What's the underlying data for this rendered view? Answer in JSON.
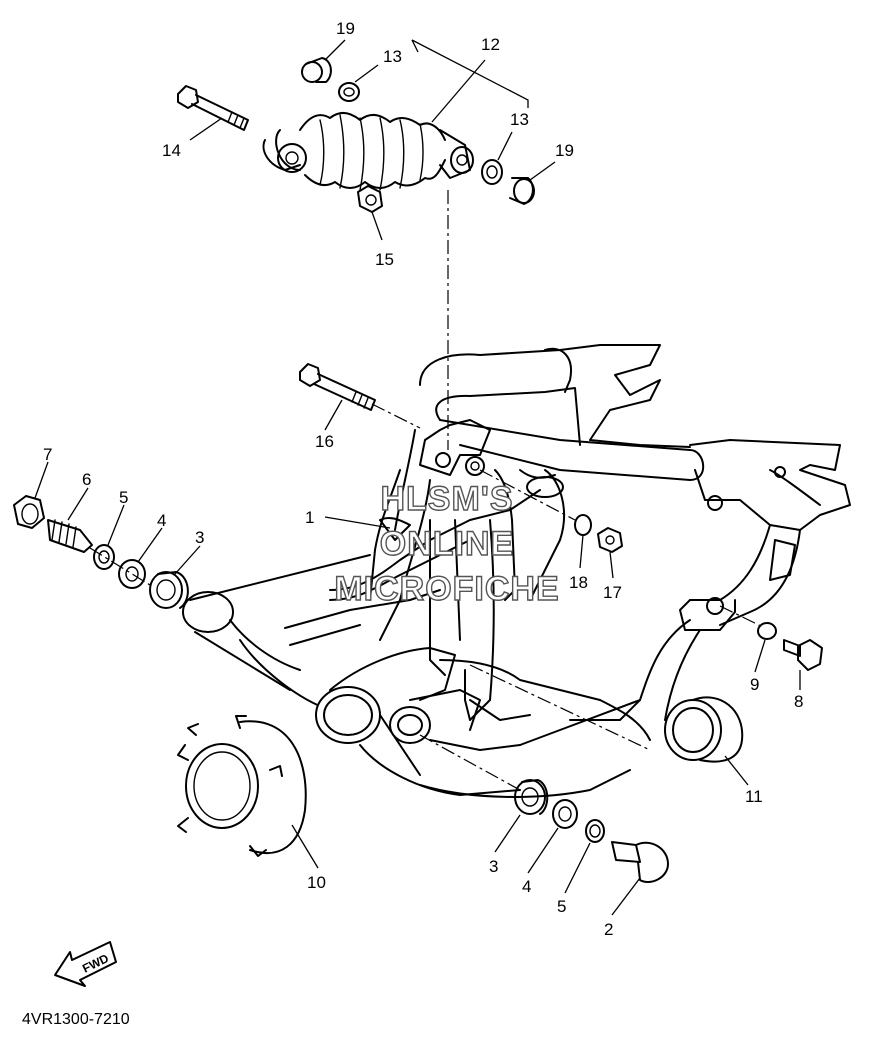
{
  "drawing_code": "4VR1300-7210",
  "watermark": [
    "HLSM'S",
    "ONLINE",
    "MICROFICHE"
  ],
  "fwd_label": "FWD",
  "callouts": [
    {
      "id": "c19a",
      "text": "19"
    },
    {
      "id": "c13a",
      "text": "13"
    },
    {
      "id": "c12",
      "text": "12"
    },
    {
      "id": "c13b",
      "text": "13"
    },
    {
      "id": "c19b",
      "text": "19"
    },
    {
      "id": "c14",
      "text": "14"
    },
    {
      "id": "c15",
      "text": "15"
    },
    {
      "id": "c16",
      "text": "16"
    },
    {
      "id": "c7",
      "text": "7"
    },
    {
      "id": "c6",
      "text": "6"
    },
    {
      "id": "c5a",
      "text": "5"
    },
    {
      "id": "c4a",
      "text": "4"
    },
    {
      "id": "c3a",
      "text": "3"
    },
    {
      "id": "c1",
      "text": "1"
    },
    {
      "id": "c18",
      "text": "18"
    },
    {
      "id": "c17",
      "text": "17"
    },
    {
      "id": "c9",
      "text": "9"
    },
    {
      "id": "c8",
      "text": "8"
    },
    {
      "id": "c11",
      "text": "11"
    },
    {
      "id": "c10",
      "text": "10"
    },
    {
      "id": "c3b",
      "text": "3"
    },
    {
      "id": "c4b",
      "text": "4"
    },
    {
      "id": "c5b",
      "text": "5"
    },
    {
      "id": "c2",
      "text": "2"
    }
  ]
}
